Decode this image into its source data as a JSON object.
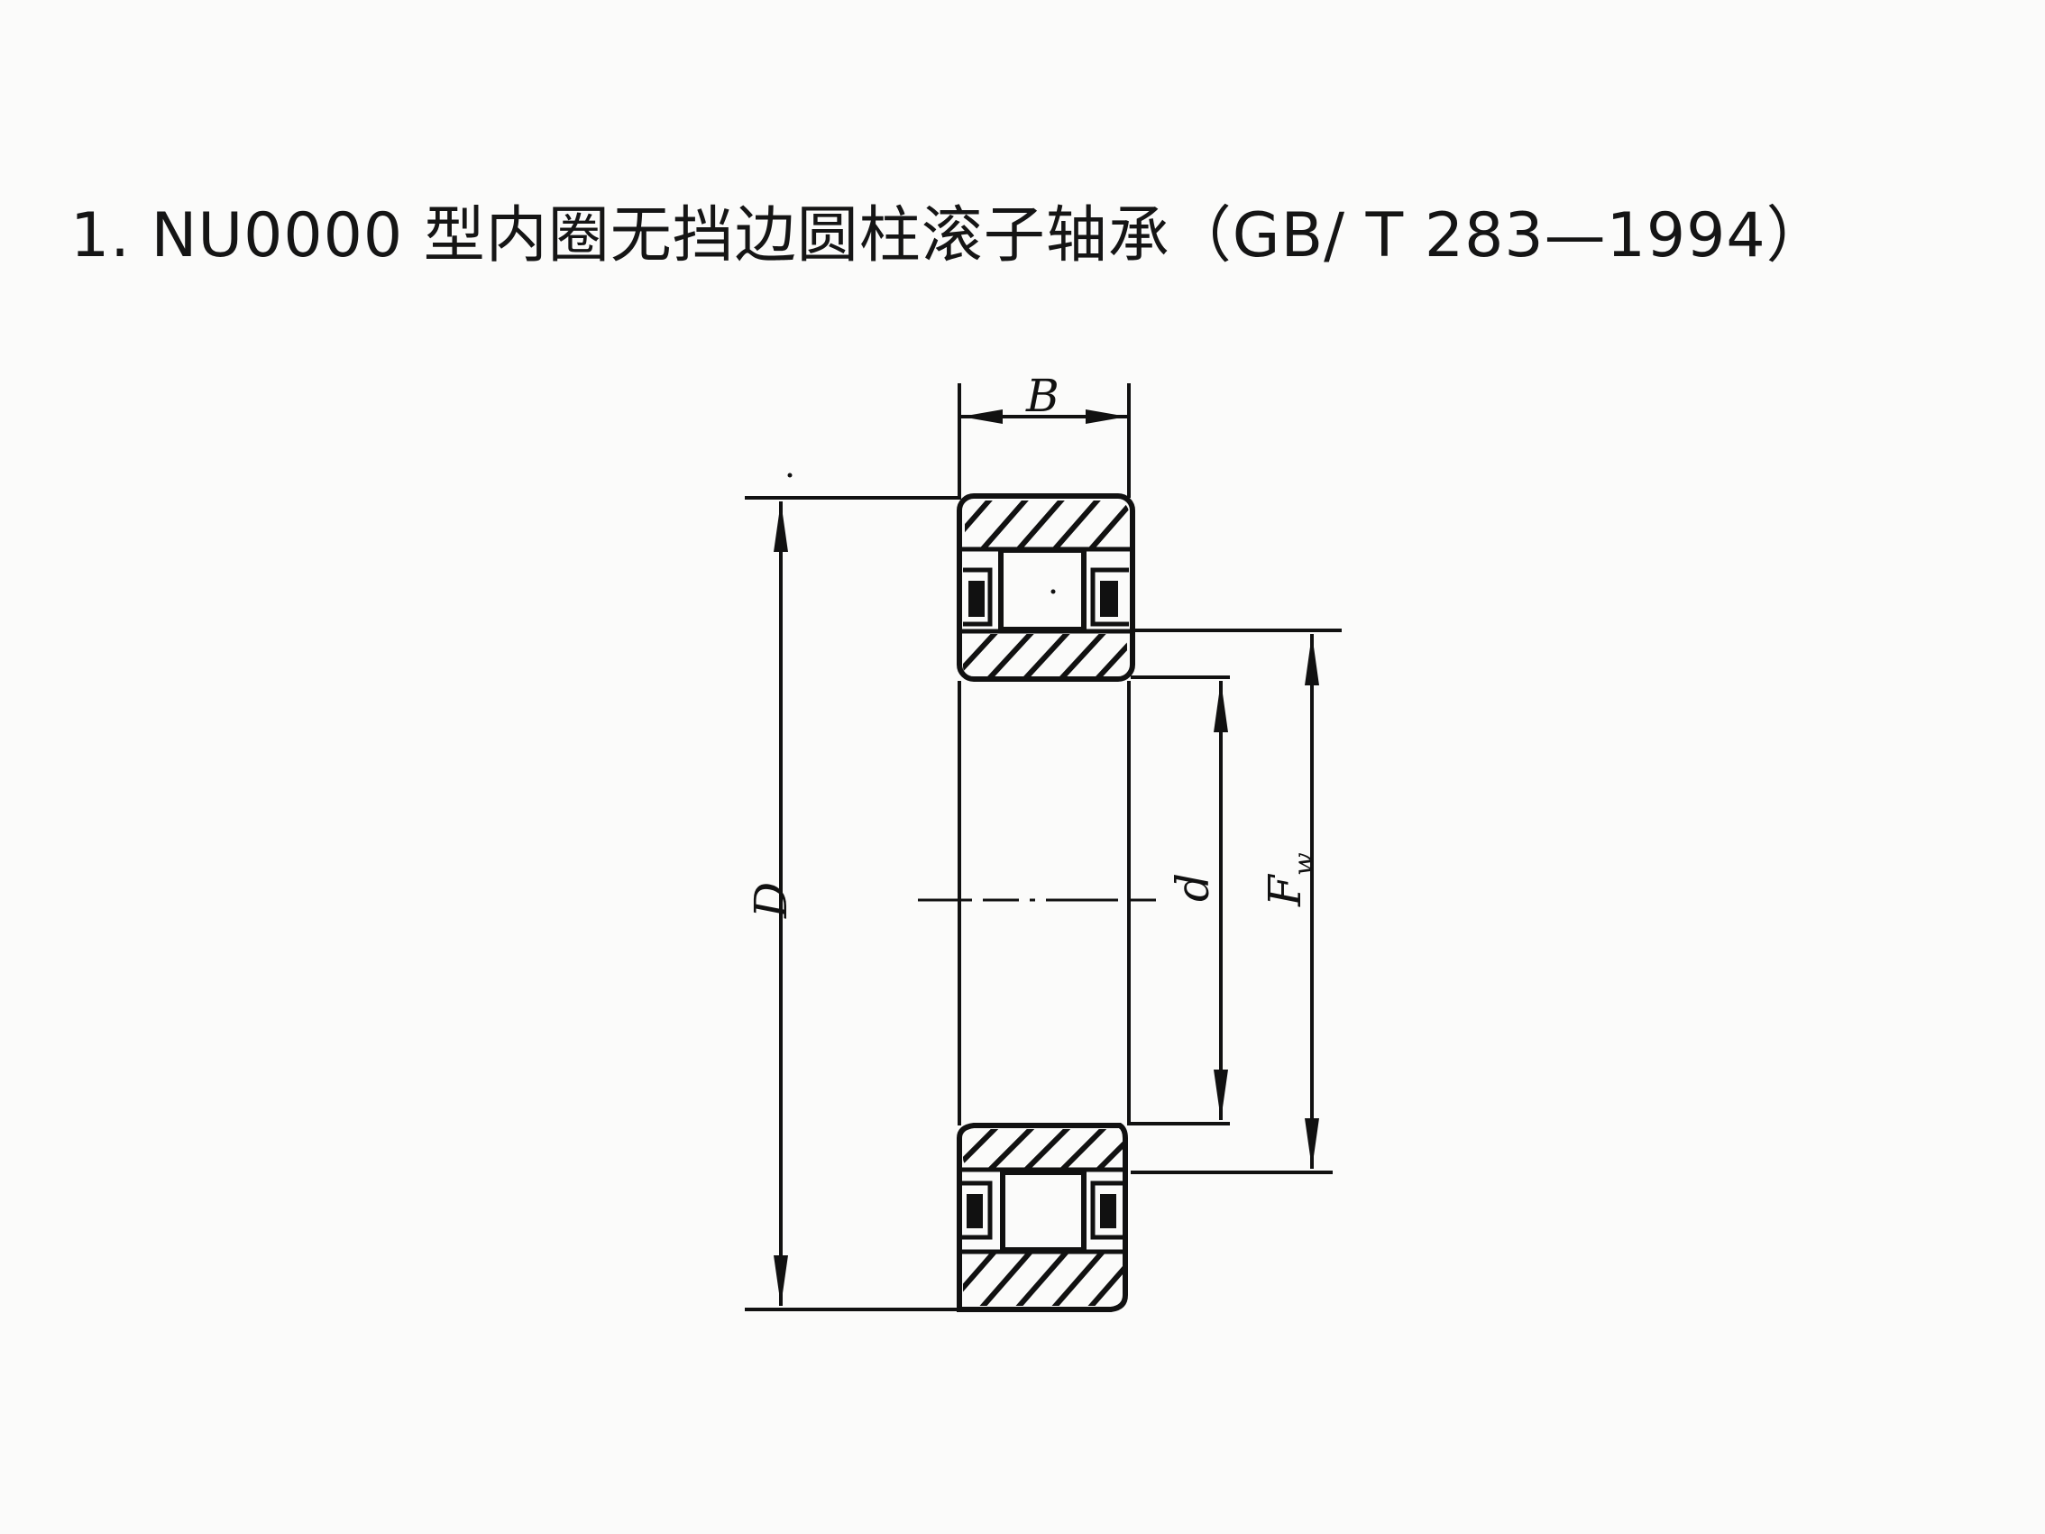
{
  "title": "1. NU0000 型内圈无挡边圆柱滚子轴承（GB/ T 283—1994）",
  "labels": {
    "B": "B",
    "D": "D",
    "d": "d",
    "Fw": "F",
    "Fw_sub": "w"
  },
  "colors": {
    "ink": "#111111",
    "paper": "#fbfbfa"
  }
}
